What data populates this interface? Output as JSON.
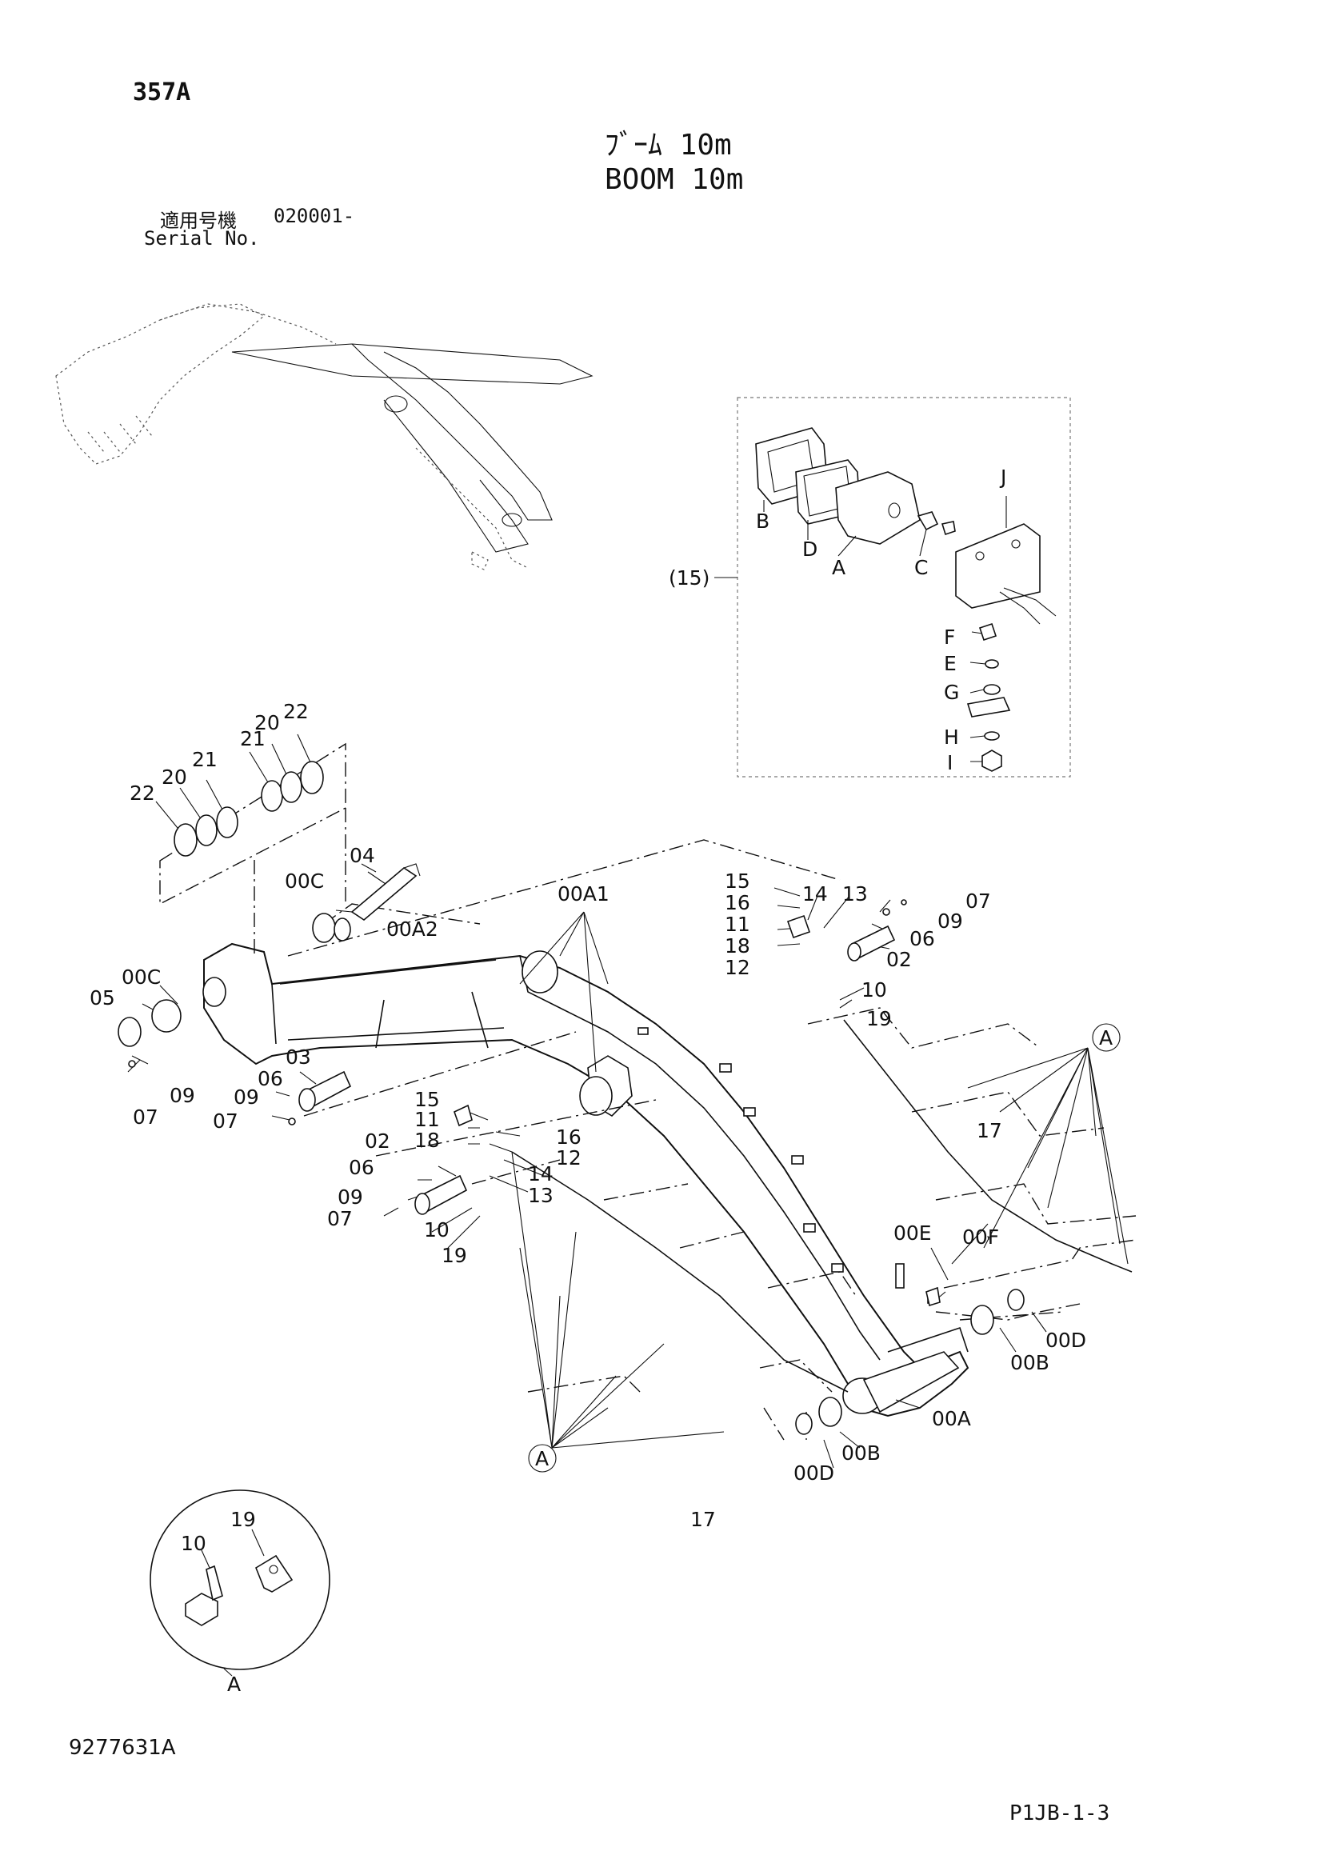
{
  "header": {
    "page_code": "357A",
    "title_jp": "ﾌﾞｰﾑ 10m",
    "title_en": "BOOM 10m",
    "serial_label_jp": "適用号機",
    "serial_value": "020001-",
    "serial_label_en": "Serial No."
  },
  "footer": {
    "document_id": "9277631A",
    "page_ref": "P1JB-1-3"
  },
  "inset_lamp": {
    "group_label": "(15)",
    "callouts": [
      "B",
      "D",
      "A",
      "C",
      "J",
      "F",
      "E",
      "G",
      "H",
      "I"
    ]
  },
  "detail_a": {
    "view_label": "A",
    "callouts": [
      "10",
      "19"
    ]
  },
  "view_markers": [
    "A",
    "A"
  ],
  "callouts": {
    "washers": [
      "22",
      "20",
      "21",
      "21",
      "20",
      "22"
    ],
    "pin_top": [
      "04",
      "00C",
      "00A2"
    ],
    "boom_foot": [
      "00C",
      "05",
      "09",
      "07"
    ],
    "mid_left": [
      "03",
      "06",
      "09",
      "07"
    ],
    "center": [
      "00A1"
    ],
    "upper_right": [
      "15",
      "16",
      "11",
      "18",
      "12",
      "14",
      "13",
      "07",
      "09",
      "06",
      "02",
      "10",
      "19"
    ],
    "lower_left": [
      "15",
      "11",
      "18",
      "16",
      "12",
      "14",
      "13",
      "02",
      "06",
      "09",
      "07",
      "10",
      "19"
    ],
    "pipes": [
      "17",
      "17"
    ],
    "boom_end": [
      "00E",
      "00F",
      "00D",
      "00B",
      "00A",
      "00D",
      "00B"
    ]
  }
}
